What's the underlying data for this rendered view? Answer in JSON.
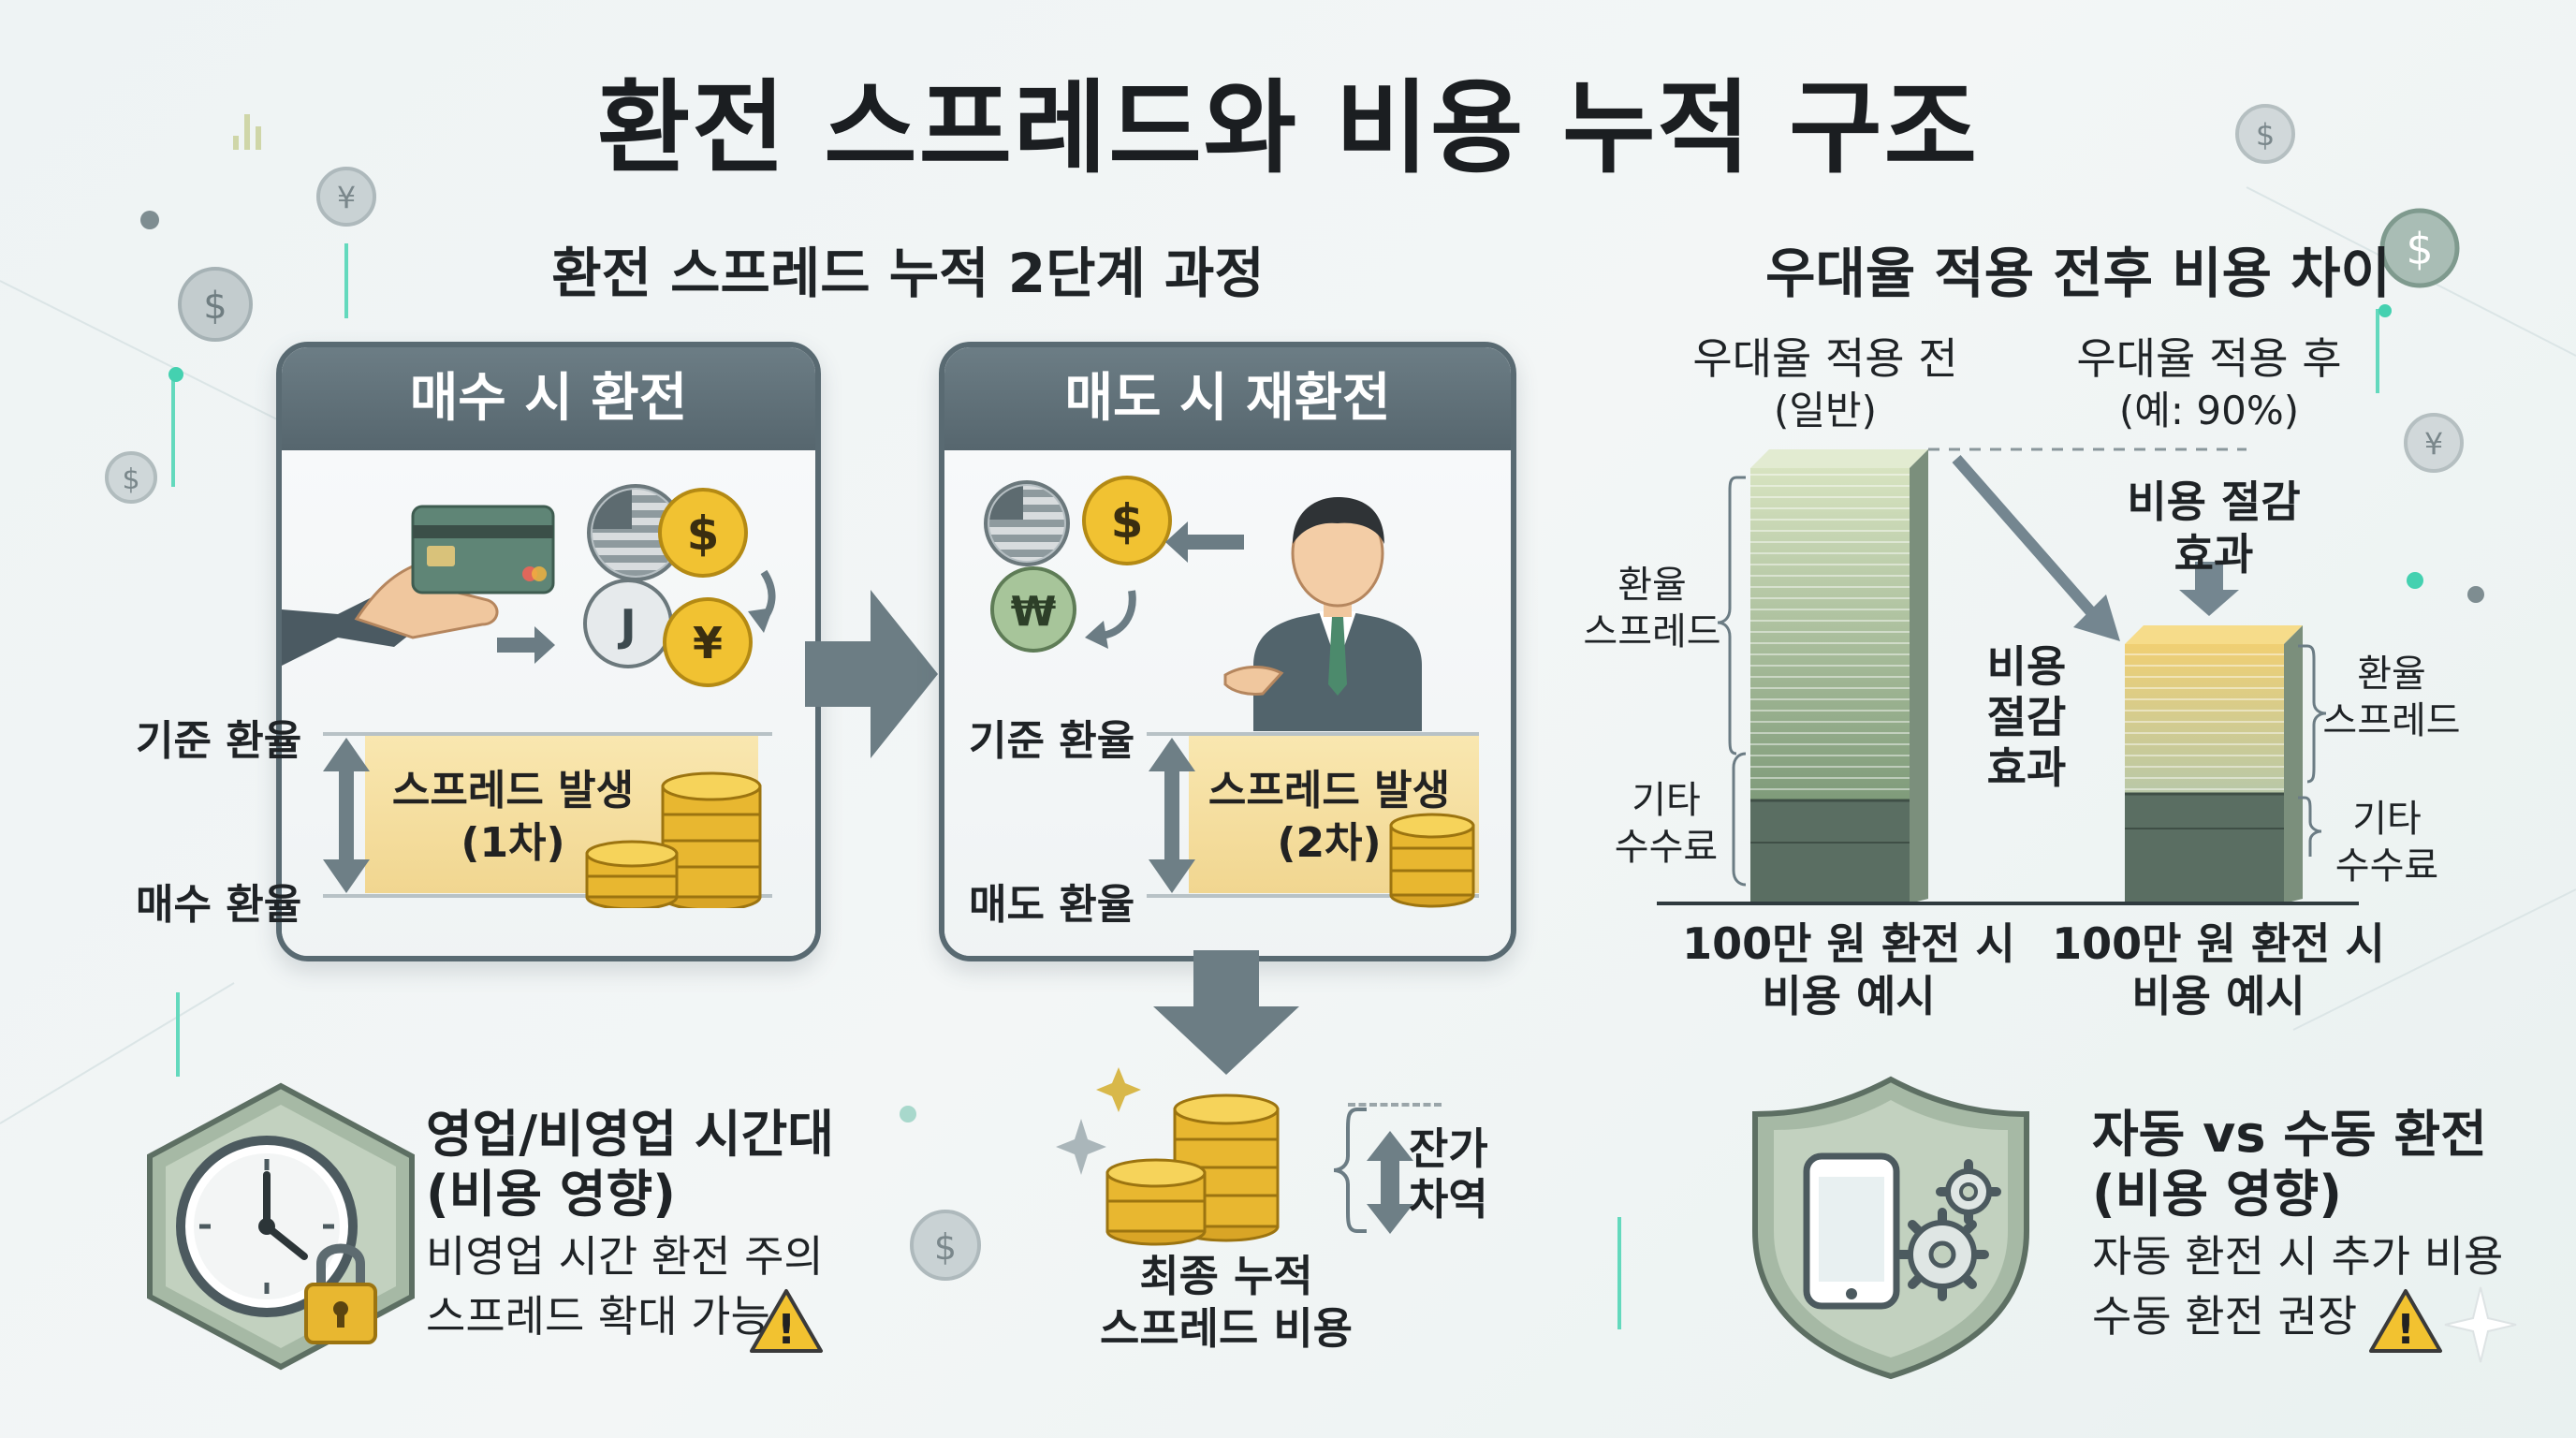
{
  "title": "환전 스프레드와 비용 누적 구조",
  "left_section": {
    "heading": "환전 스프레드 누적 2단계 과정",
    "buy_panel": {
      "header": "매수 시 환전",
      "base_rate_label": "기준 환율",
      "rate_label": "매수 환율",
      "spread_line1": "스프레드 발생",
      "spread_line2": "(1차)"
    },
    "sell_panel": {
      "header": "매도 시 재환전",
      "base_rate_label": "기준 환율",
      "rate_label": "매도 환율",
      "spread_line1": "스프레드 발생",
      "spread_line2": "(2차)"
    },
    "final": {
      "diff_line1": "잔가",
      "diff_line2": "차역",
      "label_line1": "최종 누적",
      "label_line2": "스프레드 비용"
    }
  },
  "right_section": {
    "heading": "우대율 적용 전후 비용 차이",
    "before": {
      "label_line1": "우대율 적용 전",
      "label_line2": "(일반)",
      "spread_label_line1": "환율",
      "spread_label_line2": "스프레드",
      "fee_label_line1": "기타",
      "fee_label_line2": "수수료",
      "bottom_line1": "100만 원 환전 시",
      "bottom_line2": "비용 예시"
    },
    "after": {
      "label_line1": "우대율 적용 후",
      "label_line2": "(예: 90%)",
      "spread_label_line1": "환율",
      "spread_label_line2": "스프레드",
      "fee_label_line1": "기타",
      "fee_label_line2": "수수료",
      "bottom_line1": "100만 원 환전 시",
      "bottom_line2": "비용 예시"
    },
    "savings_top_line1": "비용 절감",
    "savings_top_line2": "효과",
    "savings_mid_line1": "비용",
    "savings_mid_line2": "절감",
    "savings_mid_line3": "효과"
  },
  "bottom_left": {
    "title_line1": "영업/비영업 시간대",
    "title_line2": "(비용 영향)",
    "text_line1": "비영업 시간 환전 주의",
    "text_line2": "스프레드 확대 가능"
  },
  "bottom_right": {
    "title_line1": "자동 vs 수동 환전",
    "title_line2": "(비용 영향)",
    "text_line1": "자동 환전 시 추가 비용",
    "text_line2": "수동 환전 권장"
  },
  "icons": {
    "dollar": "$",
    "yen": "¥",
    "j": "J",
    "yuan": "₩",
    "warning": "!"
  },
  "colors": {
    "panel_header": "#5e6f77",
    "spread_fill": "#f3d994",
    "coin_gold": "#e8b730",
    "bar_green": "#8fa67a",
    "bar_dark": "#506456",
    "accent_teal": "#3fd0b0"
  }
}
